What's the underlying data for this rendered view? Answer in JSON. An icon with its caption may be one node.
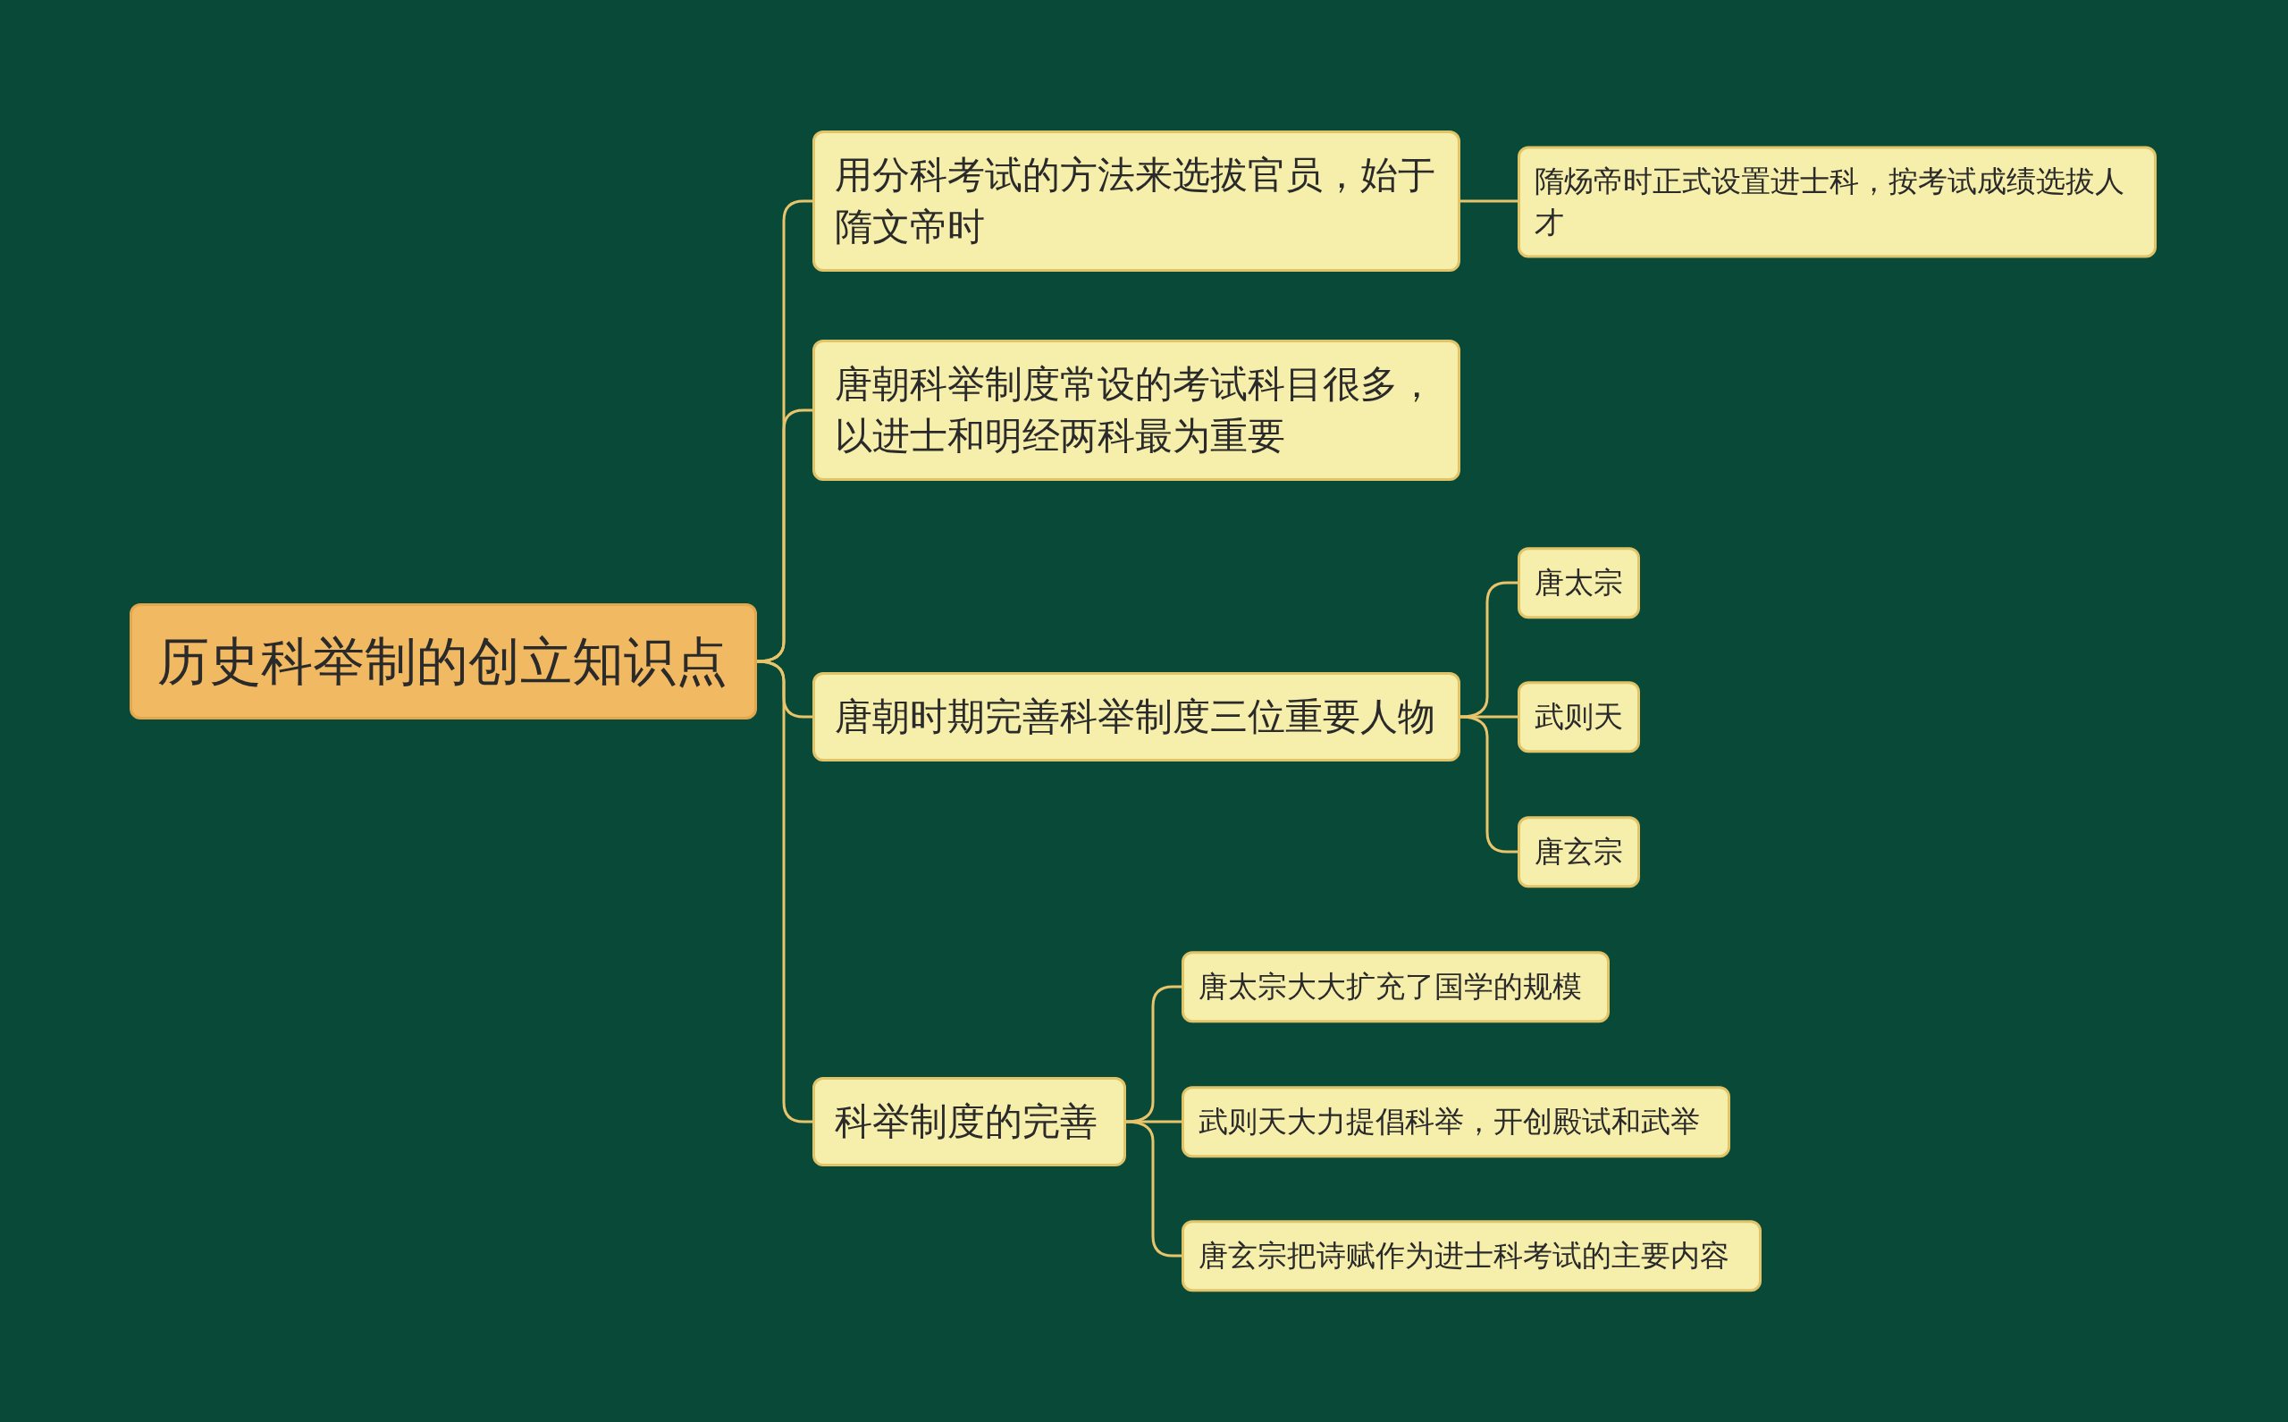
{
  "diagram": {
    "nodes": [
      {
        "text": [
          "历史科举制的创立知识点"
        ]
      },
      {
        "text": [
          "用分科考试的方法来选拔官员，始于隋文帝时"
        ]
      },
      {
        "text": [
          "隋炀帝时正式设置进士科，按考试成绩选拔人才"
        ]
      },
      {
        "text": [
          "唐朝科举制度常设的考试科目很多，以进士和明经两科最为重要"
        ]
      },
      {
        "text": [
          "唐朝时期完善科举制度三位重要人物"
        ]
      },
      {
        "text": [
          "唐太宗"
        ]
      },
      {
        "text": [
          "武则天"
        ]
      },
      {
        "text": [
          "唐玄宗"
        ]
      },
      {
        "text": [
          "科举制度的完善"
        ]
      },
      {
        "text": [
          "唐太宗大大扩充了国学的规模"
        ]
      },
      {
        "text": [
          "武则天大力提倡科举，开创殿试和武举"
        ]
      },
      {
        "text": [
          "唐玄宗把诗赋作为进士科考试的主要内容"
        ]
      }
    ],
    "edges": [
      {
        "from": 0,
        "to": 1,
        "arrow": "none"
      },
      {
        "from": 0,
        "to": 3,
        "arrow": "none"
      },
      {
        "from": 0,
        "to": 4,
        "arrow": "none"
      },
      {
        "from": 0,
        "to": 8,
        "arrow": "none"
      },
      {
        "from": 1,
        "to": 2,
        "arrow": "none"
      },
      {
        "from": 4,
        "to": 5,
        "arrow": "none"
      },
      {
        "from": 4,
        "to": 6,
        "arrow": "none"
      },
      {
        "from": 4,
        "to": 7,
        "arrow": "none"
      },
      {
        "from": 8,
        "to": 9,
        "arrow": "none"
      },
      {
        "from": 8,
        "to": 10,
        "arrow": "none"
      },
      {
        "from": 8,
        "to": 11,
        "arrow": "none"
      }
    ]
  }
}
